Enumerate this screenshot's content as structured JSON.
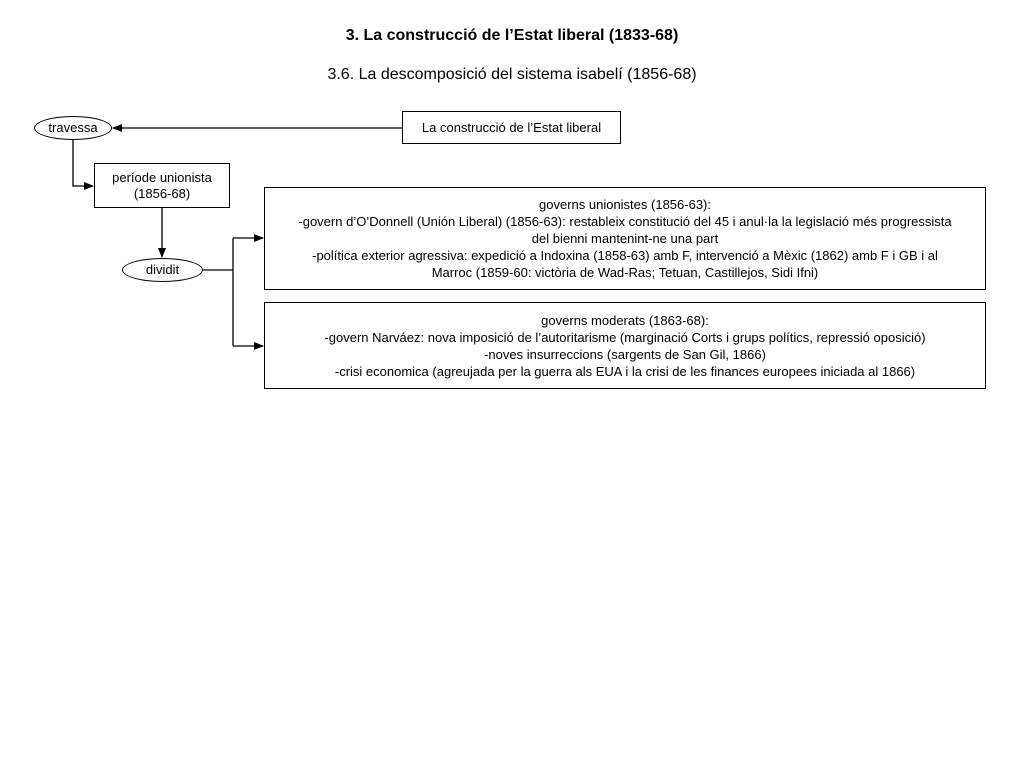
{
  "header": {
    "title": "3. La construcció de l’Estat liberal (1833-68)",
    "subtitle": "3.6. La descomposició del sistema isabelí (1856-68)"
  },
  "nodes": {
    "travessa": "travessa",
    "construccio": "La construcció de l’Estat liberal",
    "periode_line1": "període unionista",
    "periode_line2": "(1856-68)",
    "dividit": "dividit"
  },
  "boxes": {
    "unionistes": {
      "lines": [
        "governs unionistes (1856-63):",
        "-govern d’O’Donnell (Unión Liberal) (1856-63): restableix constitució del 45 i anul·la la legislació més progressista",
        "del bienni mantenint-ne una part",
        "-política exterior agressiva: expedició a Indoxina (1858-63) amb F, intervenció a Mèxic (1862) amb F i GB i al",
        "Marroc (1859-60: victòria de Wad-Ras; Tetuan, Castillejos, Sidi Ifni)"
      ]
    },
    "moderats": {
      "lines": [
        "governs moderats (1863-68):",
        "-govern Narváez: nova imposició de l’autoritarisme (marginació Corts i grups polítics, repressió oposició)",
        "-noves insurreccions (sargents de San Gil, 1866)",
        "-crisi economica (agreujada per la guerra als EUA i la crisi de les finances europees iniciada al 1866)"
      ]
    }
  }
}
